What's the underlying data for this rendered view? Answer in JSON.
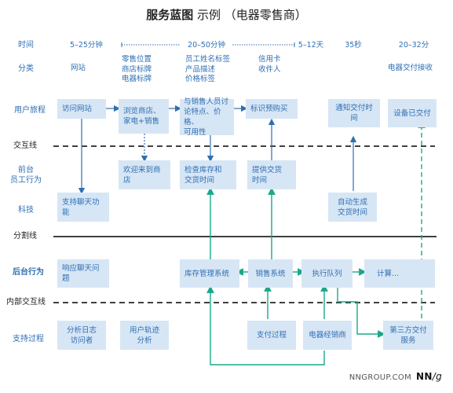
{
  "title": {
    "main": "服务蓝图",
    "sub": "示例 （电器零售商）"
  },
  "rows": {
    "time": "时间",
    "category": "分类",
    "journey": "用户旅程",
    "interaction_line": "交互线",
    "frontstage": [
      "前台",
      "员工行为"
    ],
    "technology": "科技",
    "line_of_visibility": "分割线",
    "backstage": "后台行为",
    "internal_interaction_line": "内部交互线",
    "support": "支持过程"
  },
  "times": {
    "t1": "5–25分钟",
    "t2": "20–50分钟",
    "t3": "5–12天",
    "t4": "35秒",
    "t5": "20–32分"
  },
  "categories": {
    "c1": "网站",
    "c2": [
      "零售位置",
      "商店标牌",
      "电器标牌"
    ],
    "c3": [
      "员工姓名标签",
      "产品描述",
      "价格标签"
    ],
    "c4": [
      "信用卡",
      "收件人"
    ],
    "c5": "电器交付接收"
  },
  "journey": {
    "j1": "访问网站",
    "j2": [
      "浏览商店、",
      "家电+销售"
    ],
    "j3": [
      "与销售人员讨",
      "论特点、价格、",
      "可用性"
    ],
    "j4": "标识预购买",
    "j5": "通知交付时间",
    "j6": "设备已交付"
  },
  "frontstage": {
    "f1": "欢迎来到商店",
    "f2": [
      "检查库存和",
      "交货时间"
    ],
    "f3": [
      "提供交货",
      "时间"
    ]
  },
  "technology": {
    "t1": "支持聊天功能",
    "t2": [
      "自动生成",
      "交货时间"
    ]
  },
  "backstage": {
    "b1": "响应聊天问题",
    "b2": "库存管理系统",
    "b3": "销售系统",
    "b4": "执行队列",
    "b5": "计算..."
  },
  "support": {
    "s1": [
      "分析日志",
      "访问者"
    ],
    "s2": [
      "用户轨迹",
      "分析"
    ],
    "s3": "支付过程",
    "s4": "电器经销商",
    "s5": [
      "第三方交付",
      "服务"
    ]
  },
  "footer": {
    "site": "NNGROUP.COM",
    "logo_a": "NN",
    "logo_b": "/g"
  },
  "colors": {
    "box": "#d7e6f5",
    "text": "#2f6fb3",
    "line": "#000000",
    "teal": "#19a88a",
    "blue_arrow": "#2f6fb3"
  }
}
